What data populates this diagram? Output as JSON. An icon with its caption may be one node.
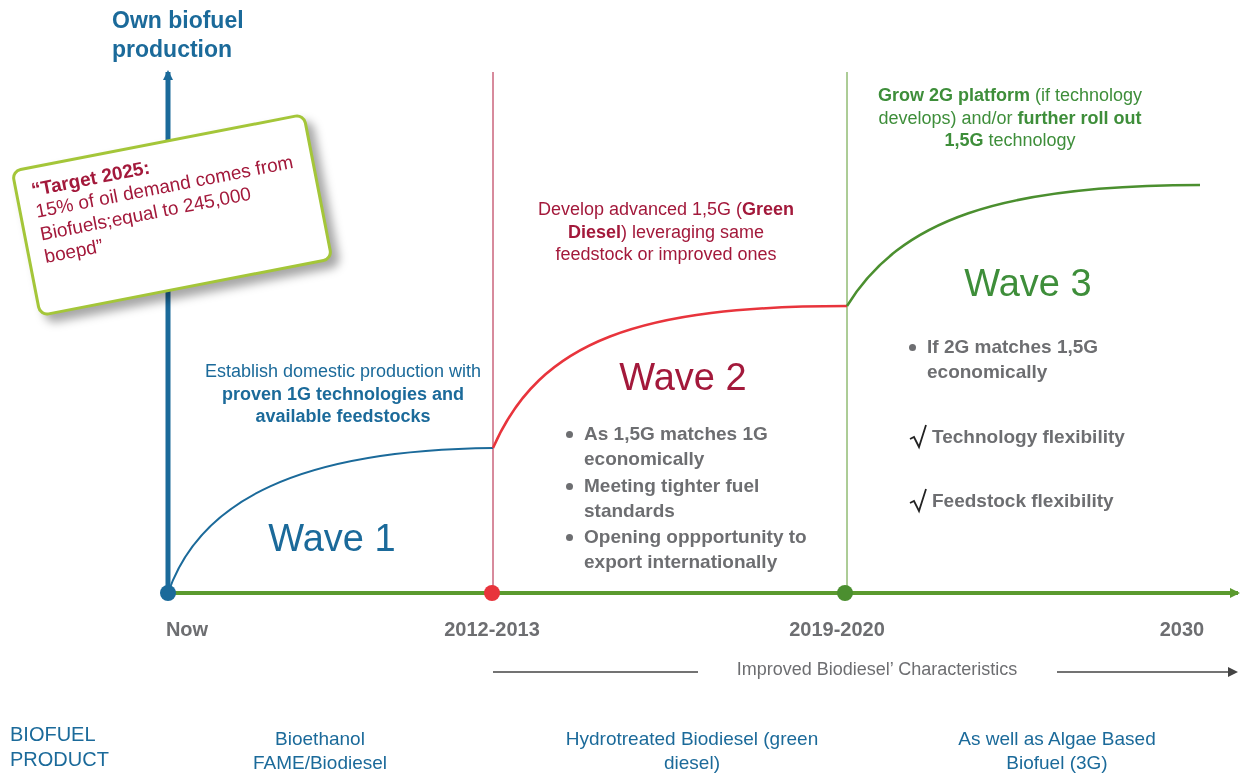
{
  "diagram": {
    "nodes": [
      {
        "text": [
          "“Target 2025:",
          "15% of oil demand comes from Biofuels;equal to 245,000 boepd”"
        ]
      }
    ],
    "labels": [
      "Own biofuel production",
      "**Grow 2G platform** (if technology develops) and/or **further roll out 1,5G** technology",
      "Develop advanced 1,5G (**Green Diesel**) leveraging same feedstock or improved ones",
      "Wave 3",
      "If 2G matches 1,5G economically",
      "Establish domestic production with **proven 1G technologies and available feedstocks**",
      "Wave 2",
      "Technology flexibility",
      "As 1,5G matches 1G economically",
      "Meeting tighter fuel standards",
      "Feedstock flexibility",
      "Opening oppportunity to export internationally",
      "Wave 1",
      "Now",
      "2012-2013",
      "2019-2020",
      "2030",
      "Improved Biodiesel’ Characteristics",
      "BIOFUEL PRODUCT",
      "Bioethanol FAME/Biodiesel",
      "Hydrotreated Biodiesel (green diesel)",
      "As well as Algae Based Biofuel (3G)"
    ]
  }
}
